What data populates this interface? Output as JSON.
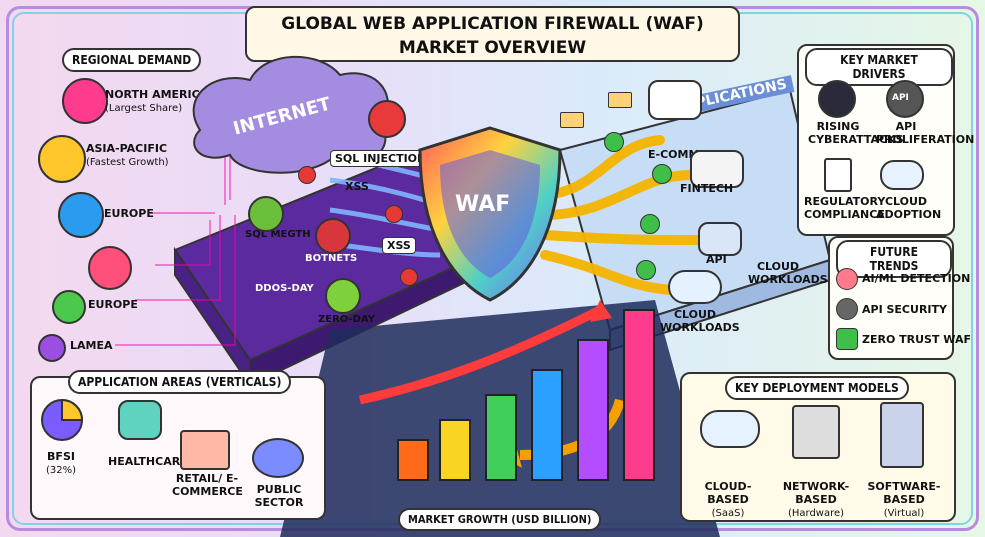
{
  "title": "GLOBAL WEB APPLICATION FIREWALL (WAF) MARKET OVERVIEW",
  "regional": {
    "label": "REGIONAL DEMAND",
    "items": [
      {
        "name": "NORTH AMERICA",
        "note": "(Largest Share)",
        "color": "#ff3b8d"
      },
      {
        "name": "ASIA-PACIFIC",
        "note": "(Fastest Growth)",
        "color": "#ffc72c"
      },
      {
        "name": "EUROPE",
        "note": "",
        "color": "#2b9bf0"
      },
      {
        "name": "",
        "note": "",
        "color": "#ff4f7a"
      },
      {
        "name": "EUROPE",
        "note": "",
        "color": "#4cc94c"
      },
      {
        "name": "LAMEA",
        "note": "",
        "color": "#9b4fe0"
      }
    ]
  },
  "threats": {
    "internet": "INTERNET",
    "items": [
      "SQL INJECTION",
      "XSS",
      "SQL MEGTH",
      "BOTNETS",
      "XSS",
      "DDOS-DAY",
      "ZERO-DAY"
    ]
  },
  "waf": "WAF",
  "applications": {
    "label": "APPLICATIONS",
    "items": [
      "E-COMMERCE",
      "FINTECH",
      "API",
      "CLOUD WORKLOADS",
      "CLOUD WORKLOADS"
    ]
  },
  "drivers": {
    "label": "KEY MARKET DRIVERS",
    "items": [
      "RISING CYBERATTACKS",
      "API PROLIFERATION",
      "REGULATORY COMPLIANCE",
      "CLOUD ADOPTION"
    ],
    "icon_texts": [
      "API"
    ]
  },
  "trends": {
    "label": "FUTURE TRENDS",
    "items": [
      "AI/ML DETECTION",
      "API SECURITY",
      "ZERO TRUST WAF"
    ]
  },
  "verticals": {
    "label": "APPLICATION AREAS (VERTICALS)",
    "items": [
      {
        "name": "BFSI",
        "note": "(32%)"
      },
      {
        "name": "HEALTHCARE",
        "note": ""
      },
      {
        "name": "RETAIL/ E-COMMERCE",
        "note": ""
      },
      {
        "name": "PUBLIC SECTOR",
        "note": ""
      }
    ]
  },
  "deployment": {
    "label": "KEY DEPLOYMENT MODELS",
    "items": [
      {
        "name": "CLOUD-BASED",
        "note": "(SaaS)"
      },
      {
        "name": "NETWORK-BASED",
        "note": "(Hardware)"
      },
      {
        "name": "SOFTWARE-BASED",
        "note": "(Virtual)"
      }
    ]
  },
  "growth": {
    "label": "MARKET GROWTH (USD BILLION)",
    "bars": [
      {
        "color": "#ff6a1a"
      },
      {
        "color": "#f9d423"
      },
      {
        "color": "#3fcf5a"
      },
      {
        "color": "#2ba0ff"
      },
      {
        "color": "#b44dff"
      },
      {
        "color": "#ff3b8d"
      }
    ]
  }
}
